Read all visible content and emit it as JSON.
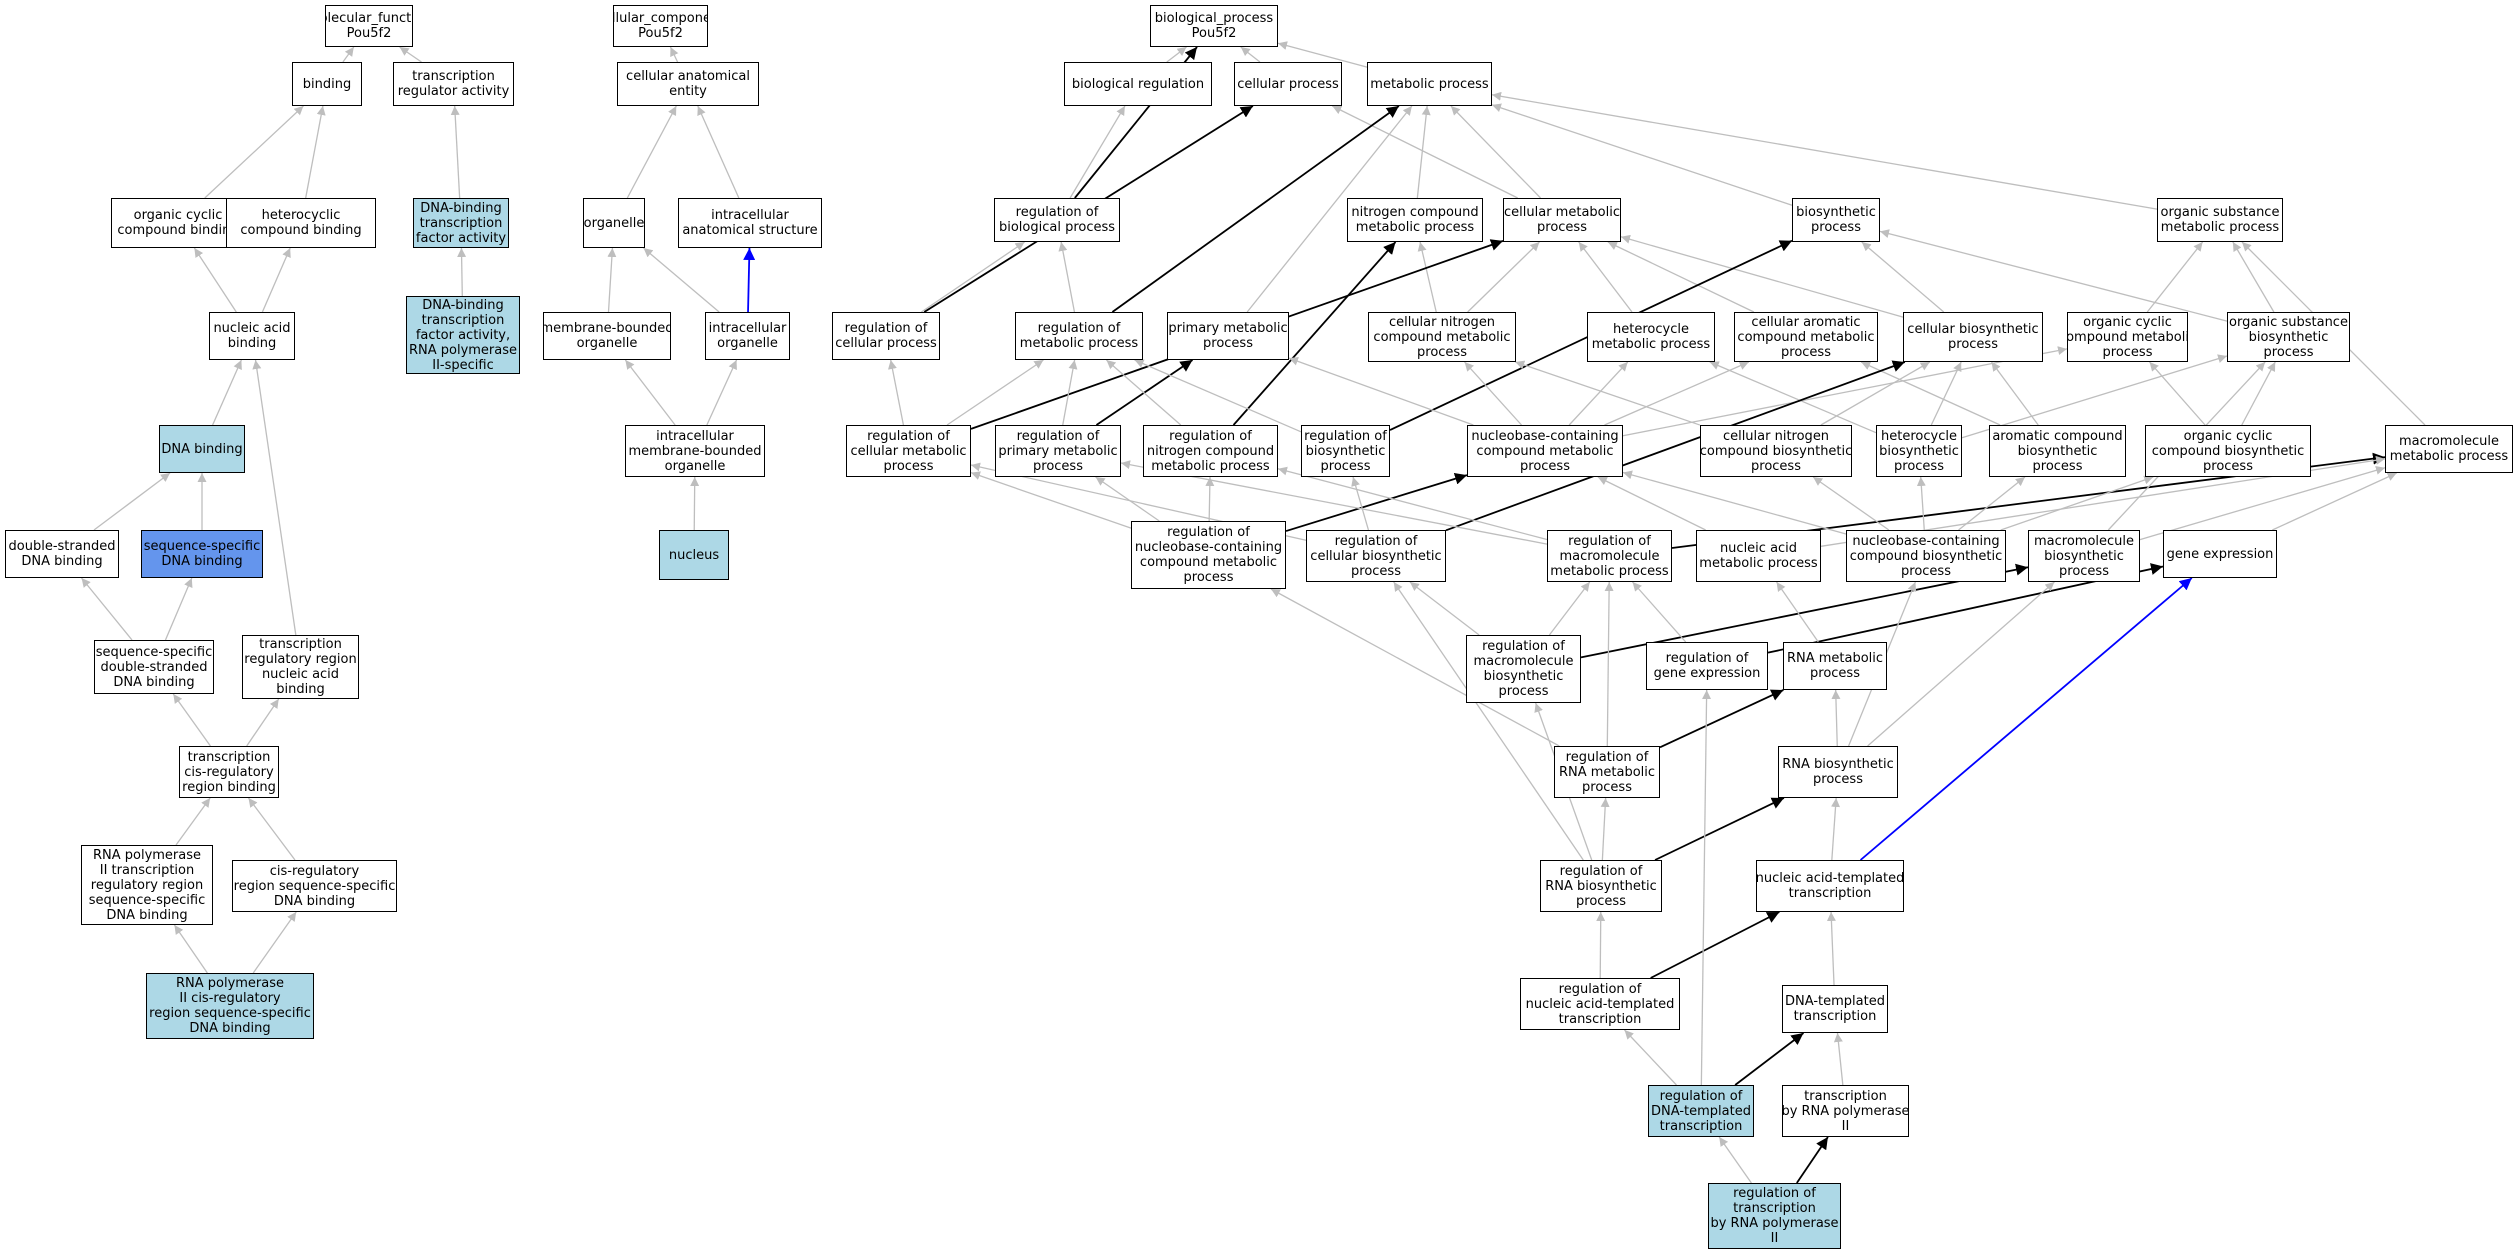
{
  "colors": {
    "edge_default": "#bebebe",
    "edge_regulates": "#000000",
    "edge_part_of": "#0000ff",
    "node_fill": "#ffffff",
    "node_highlight": "#add8e6",
    "node_highlight_strong": "#6495ed"
  },
  "nodes": [
    {
      "id": "mf",
      "lines": [
        "molecular_function",
        "Pou5f2"
      ],
      "style": "normal"
    },
    {
      "id": "cc",
      "lines": [
        "cellular_component",
        "Pou5f2"
      ],
      "style": "normal"
    },
    {
      "id": "bp",
      "lines": [
        "biological_process",
        "Pou5f2"
      ],
      "style": "normal"
    },
    {
      "id": "binding",
      "lines": [
        "binding"
      ],
      "style": "normal"
    },
    {
      "id": "tra",
      "lines": [
        "transcription",
        "regulator activity"
      ],
      "style": "normal"
    },
    {
      "id": "cae",
      "lines": [
        "cellular anatomical",
        "entity"
      ],
      "style": "normal"
    },
    {
      "id": "biolreg",
      "lines": [
        "biological regulation"
      ],
      "style": "normal"
    },
    {
      "id": "cellproc",
      "lines": [
        "cellular process"
      ],
      "style": "normal"
    },
    {
      "id": "metproc",
      "lines": [
        "metabolic process"
      ],
      "style": "normal"
    },
    {
      "id": "occb",
      "lines": [
        "organic cyclic",
        "compound binding"
      ],
      "style": "normal"
    },
    {
      "id": "hcb",
      "lines": [
        "heterocyclic",
        "compound binding"
      ],
      "style": "normal"
    },
    {
      "id": "dbtfa",
      "lines": [
        "DNA-binding",
        "transcription",
        "factor activity"
      ],
      "style": "hl1"
    },
    {
      "id": "organelle",
      "lines": [
        "organelle"
      ],
      "style": "normal"
    },
    {
      "id": "ias",
      "lines": [
        "intracellular",
        "anatomical structure"
      ],
      "style": "normal"
    },
    {
      "id": "regbp",
      "lines": [
        "regulation of",
        "biological process"
      ],
      "style": "normal"
    },
    {
      "id": "ncmp",
      "lines": [
        "nitrogen compound",
        "metabolic process"
      ],
      "style": "normal"
    },
    {
      "id": "cmp",
      "lines": [
        "cellular metabolic",
        "process"
      ],
      "style": "normal"
    },
    {
      "id": "bsp",
      "lines": [
        "biosynthetic",
        "process"
      ],
      "style": "normal"
    },
    {
      "id": "osmp",
      "lines": [
        "organic substance",
        "metabolic process"
      ],
      "style": "normal"
    },
    {
      "id": "nab",
      "lines": [
        "nucleic acid",
        "binding"
      ],
      "style": "normal"
    },
    {
      "id": "dbtfa2",
      "lines": [
        "DNA-binding",
        "transcription",
        "factor activity,",
        "RNA polymerase",
        "II-specific"
      ],
      "style": "hl1"
    },
    {
      "id": "mbo",
      "lines": [
        "membrane-bounded",
        "organelle"
      ],
      "style": "normal"
    },
    {
      "id": "io",
      "lines": [
        "intracellular",
        "organelle"
      ],
      "style": "normal"
    },
    {
      "id": "regcp",
      "lines": [
        "regulation of",
        "cellular process"
      ],
      "style": "normal"
    },
    {
      "id": "regmp",
      "lines": [
        "regulation of",
        "metabolic process"
      ],
      "style": "normal"
    },
    {
      "id": "pmp",
      "lines": [
        "primary metabolic",
        "process"
      ],
      "style": "normal"
    },
    {
      "id": "cncmp",
      "lines": [
        "cellular nitrogen",
        "compound metabolic",
        "process"
      ],
      "style": "normal"
    },
    {
      "id": "hmp",
      "lines": [
        "heterocycle",
        "metabolic process"
      ],
      "style": "normal"
    },
    {
      "id": "cacmp",
      "lines": [
        "cellular aromatic",
        "compound metabolic",
        "process"
      ],
      "style": "normal"
    },
    {
      "id": "cbp",
      "lines": [
        "cellular biosynthetic",
        "process"
      ],
      "style": "normal"
    },
    {
      "id": "occmp",
      "lines": [
        "organic cyclic",
        "compound metabolic",
        "process"
      ],
      "style": "normal"
    },
    {
      "id": "osbp",
      "lines": [
        "organic substance",
        "biosynthetic",
        "process"
      ],
      "style": "normal"
    },
    {
      "id": "dnab",
      "lines": [
        "DNA binding"
      ],
      "style": "hl1"
    },
    {
      "id": "imbo",
      "lines": [
        "intracellular",
        "membrane-bounded",
        "organelle"
      ],
      "style": "normal"
    },
    {
      "id": "regcmp",
      "lines": [
        "regulation of",
        "cellular metabolic",
        "process"
      ],
      "style": "normal"
    },
    {
      "id": "regpmp",
      "lines": [
        "regulation of",
        "primary metabolic",
        "process"
      ],
      "style": "normal"
    },
    {
      "id": "regncmp",
      "lines": [
        "regulation of",
        "nitrogen compound",
        "metabolic process"
      ],
      "style": "normal"
    },
    {
      "id": "regbsp",
      "lines": [
        "regulation of",
        "biosynthetic",
        "process"
      ],
      "style": "normal"
    },
    {
      "id": "nbccmp",
      "lines": [
        "nucleobase-containing",
        "compound metabolic",
        "process"
      ],
      "style": "normal"
    },
    {
      "id": "cncbp",
      "lines": [
        "cellular nitrogen",
        "compound biosynthetic",
        "process"
      ],
      "style": "normal"
    },
    {
      "id": "hbp",
      "lines": [
        "heterocycle",
        "biosynthetic",
        "process"
      ],
      "style": "normal"
    },
    {
      "id": "acbp",
      "lines": [
        "aromatic compound",
        "biosynthetic",
        "process"
      ],
      "style": "normal"
    },
    {
      "id": "occbp",
      "lines": [
        "organic cyclic",
        "compound biosynthetic",
        "process"
      ],
      "style": "normal"
    },
    {
      "id": "macmp",
      "lines": [
        "macromolecule",
        "metabolic process"
      ],
      "style": "normal"
    },
    {
      "id": "dsdb",
      "lines": [
        "double-stranded",
        "DNA binding"
      ],
      "style": "normal"
    },
    {
      "id": "ssdb",
      "lines": [
        "sequence-specific",
        "DNA binding"
      ],
      "style": "hl2"
    },
    {
      "id": "nucleus",
      "lines": [
        "nucleus"
      ],
      "style": "hl1"
    },
    {
      "id": "regnbccmp",
      "lines": [
        "regulation of",
        "nucleobase-containing",
        "compound metabolic",
        "process"
      ],
      "style": "normal"
    },
    {
      "id": "regcbp",
      "lines": [
        "regulation of",
        "cellular biosynthetic",
        "process"
      ],
      "style": "normal"
    },
    {
      "id": "regmacmp",
      "lines": [
        "regulation of",
        "macromolecule",
        "metabolic process"
      ],
      "style": "normal"
    },
    {
      "id": "namp",
      "lines": [
        "nucleic acid",
        "metabolic process"
      ],
      "style": "normal"
    },
    {
      "id": "nbccbp",
      "lines": [
        "nucleobase-containing",
        "compound biosynthetic",
        "process"
      ],
      "style": "normal"
    },
    {
      "id": "macbp",
      "lines": [
        "macromolecule",
        "biosynthetic",
        "process"
      ],
      "style": "normal"
    },
    {
      "id": "geneexp",
      "lines": [
        "gene expression"
      ],
      "style": "normal"
    },
    {
      "id": "ssdsdb",
      "lines": [
        "sequence-specific",
        "double-stranded",
        "DNA binding"
      ],
      "style": "normal"
    },
    {
      "id": "trrnab",
      "lines": [
        "transcription",
        "regulatory region",
        "nucleic acid",
        "binding"
      ],
      "style": "normal"
    },
    {
      "id": "regmacbp",
      "lines": [
        "regulation of",
        "macromolecule",
        "biosynthetic",
        "process"
      ],
      "style": "normal"
    },
    {
      "id": "reggeneexp",
      "lines": [
        "regulation of",
        "gene expression"
      ],
      "style": "normal"
    },
    {
      "id": "rnamp",
      "lines": [
        "RNA metabolic",
        "process"
      ],
      "style": "normal"
    },
    {
      "id": "tcrrb",
      "lines": [
        "transcription",
        "cis-regulatory",
        "region binding"
      ],
      "style": "normal"
    },
    {
      "id": "regrnamp",
      "lines": [
        "regulation of",
        "RNA metabolic",
        "process"
      ],
      "style": "normal"
    },
    {
      "id": "rnabp",
      "lines": [
        "RNA biosynthetic",
        "process"
      ],
      "style": "normal"
    },
    {
      "id": "rnap2trr",
      "lines": [
        "RNA polymerase",
        "II transcription",
        "regulatory region",
        "sequence-specific",
        "DNA binding"
      ],
      "style": "normal"
    },
    {
      "id": "crrssdb",
      "lines": [
        "cis-regulatory",
        "region sequence-specific",
        "DNA binding"
      ],
      "style": "normal"
    },
    {
      "id": "regrnabp",
      "lines": [
        "regulation of",
        "RNA biosynthetic",
        "process"
      ],
      "style": "normal"
    },
    {
      "id": "natt",
      "lines": [
        "nucleic acid-templated",
        "transcription"
      ],
      "style": "normal"
    },
    {
      "id": "rnap2crr",
      "lines": [
        "RNA polymerase",
        "II cis-regulatory",
        "region sequence-specific",
        "DNA binding"
      ],
      "style": "hl1"
    },
    {
      "id": "regnatt",
      "lines": [
        "regulation of",
        "nucleic acid-templated",
        "transcription"
      ],
      "style": "normal"
    },
    {
      "id": "dtt",
      "lines": [
        "DNA-templated",
        "transcription"
      ],
      "style": "normal"
    },
    {
      "id": "regdtt",
      "lines": [
        "regulation of",
        "DNA-templated",
        "transcription"
      ],
      "style": "hl1"
    },
    {
      "id": "trnap2",
      "lines": [
        "transcription",
        "by RNA polymerase",
        "II"
      ],
      "style": "normal"
    },
    {
      "id": "regtrnap2",
      "lines": [
        "regulation of",
        "transcription",
        "by RNA polymerase",
        "II"
      ],
      "style": "hl1"
    }
  ],
  "edges": [
    [
      "binding",
      "mf",
      "g"
    ],
    [
      "tra",
      "mf",
      "g"
    ],
    [
      "occb",
      "binding",
      "g"
    ],
    [
      "hcb",
      "binding",
      "g"
    ],
    [
      "nab",
      "occb",
      "g"
    ],
    [
      "nab",
      "hcb",
      "g"
    ],
    [
      "dnab",
      "nab",
      "g"
    ],
    [
      "dsdb",
      "dnab",
      "g"
    ],
    [
      "ssdb",
      "dnab",
      "g"
    ],
    [
      "ssdsdb",
      "dsdb",
      "g"
    ],
    [
      "ssdsdb",
      "ssdb",
      "g"
    ],
    [
      "tcrrb",
      "ssdsdb",
      "g"
    ],
    [
      "tcrrb",
      "trrnab",
      "g"
    ],
    [
      "trrnab",
      "nab",
      "g"
    ],
    [
      "rnap2trr",
      "tcrrb",
      "g"
    ],
    [
      "crrssdb",
      "tcrrb",
      "g"
    ],
    [
      "rnap2crr",
      "rnap2trr",
      "g"
    ],
    [
      "rnap2crr",
      "crrssdb",
      "g"
    ],
    [
      "dbtfa",
      "tra",
      "g"
    ],
    [
      "dbtfa2",
      "dbtfa",
      "g"
    ],
    [
      "cae",
      "cc",
      "g"
    ],
    [
      "organelle",
      "cae",
      "g"
    ],
    [
      "ias",
      "cae",
      "g"
    ],
    [
      "mbo",
      "organelle",
      "g"
    ],
    [
      "io",
      "organelle",
      "g"
    ],
    [
      "io",
      "ias",
      "b"
    ],
    [
      "imbo",
      "mbo",
      "g"
    ],
    [
      "imbo",
      "io",
      "g"
    ],
    [
      "nucleus",
      "imbo",
      "g"
    ],
    [
      "biolreg",
      "bp",
      "g"
    ],
    [
      "cellproc",
      "bp",
      "g"
    ],
    [
      "metproc",
      "bp",
      "g"
    ],
    [
      "regbp",
      "biolreg",
      "g"
    ],
    [
      "regbp",
      "bp",
      "k"
    ],
    [
      "ncmp",
      "metproc",
      "g"
    ],
    [
      "cmp",
      "metproc",
      "g"
    ],
    [
      "cmp",
      "cellproc",
      "g"
    ],
    [
      "bsp",
      "metproc",
      "g"
    ],
    [
      "osmp",
      "metproc",
      "g"
    ],
    [
      "regcp",
      "regbp",
      "g"
    ],
    [
      "regcp",
      "cellproc",
      "k"
    ],
    [
      "regmp",
      "regbp",
      "g"
    ],
    [
      "regmp",
      "metproc",
      "k"
    ],
    [
      "pmp",
      "metproc",
      "g"
    ],
    [
      "cncmp",
      "ncmp",
      "g"
    ],
    [
      "cncmp",
      "cmp",
      "g"
    ],
    [
      "hmp",
      "cmp",
      "g"
    ],
    [
      "cacmp",
      "cmp",
      "g"
    ],
    [
      "cbp",
      "cmp",
      "g"
    ],
    [
      "cbp",
      "bsp",
      "g"
    ],
    [
      "occmp",
      "osmp",
      "g"
    ],
    [
      "osbp",
      "osmp",
      "g"
    ],
    [
      "osbp",
      "bsp",
      "g"
    ],
    [
      "regcmp",
      "regcp",
      "g"
    ],
    [
      "regcmp",
      "regmp",
      "g"
    ],
    [
      "regcmp",
      "cmp",
      "k"
    ],
    [
      "regpmp",
      "regmp",
      "g"
    ],
    [
      "regpmp",
      "pmp",
      "k"
    ],
    [
      "regncmp",
      "regmp",
      "g"
    ],
    [
      "regncmp",
      "ncmp",
      "k"
    ],
    [
      "regbsp",
      "regmp",
      "g"
    ],
    [
      "regbsp",
      "bsp",
      "k"
    ],
    [
      "nbccmp",
      "cncmp",
      "g"
    ],
    [
      "nbccmp",
      "hmp",
      "g"
    ],
    [
      "nbccmp",
      "cacmp",
      "g"
    ],
    [
      "nbccmp",
      "occmp",
      "g"
    ],
    [
      "nbccmp",
      "pmp",
      "g"
    ],
    [
      "cncbp",
      "cncmp",
      "g"
    ],
    [
      "cncbp",
      "cbp",
      "g"
    ],
    [
      "hbp",
      "hmp",
      "g"
    ],
    [
      "hbp",
      "cbp",
      "g"
    ],
    [
      "hbp",
      "osbp",
      "g"
    ],
    [
      "acbp",
      "cacmp",
      "g"
    ],
    [
      "acbp",
      "cbp",
      "g"
    ],
    [
      "occbp",
      "occmp",
      "g"
    ],
    [
      "occbp",
      "osbp",
      "g"
    ],
    [
      "macmp",
      "osmp",
      "g"
    ],
    [
      "regnbccmp",
      "regcmp",
      "g"
    ],
    [
      "regnbccmp",
      "regpmp",
      "g"
    ],
    [
      "regnbccmp",
      "regncmp",
      "g"
    ],
    [
      "regnbccmp",
      "nbccmp",
      "k"
    ],
    [
      "regcbp",
      "regcmp",
      "g"
    ],
    [
      "regcbp",
      "regbsp",
      "g"
    ],
    [
      "regcbp",
      "cbp",
      "k"
    ],
    [
      "regmacmp",
      "regpmp",
      "g"
    ],
    [
      "regmacmp",
      "regncmp",
      "g"
    ],
    [
      "regmacmp",
      "macmp",
      "k"
    ],
    [
      "namp",
      "nbccmp",
      "g"
    ],
    [
      "namp",
      "macmp",
      "g"
    ],
    [
      "nbccbp",
      "nbccmp",
      "g"
    ],
    [
      "nbccbp",
      "cncbp",
      "g"
    ],
    [
      "nbccbp",
      "hbp",
      "g"
    ],
    [
      "nbccbp",
      "acbp",
      "g"
    ],
    [
      "nbccbp",
      "occbp",
      "g"
    ],
    [
      "macbp",
      "macmp",
      "g"
    ],
    [
      "macbp",
      "osbp",
      "g"
    ],
    [
      "geneexp",
      "macmp",
      "g"
    ],
    [
      "regmacbp",
      "regmacmp",
      "g"
    ],
    [
      "regmacbp",
      "regcbp",
      "g"
    ],
    [
      "regmacbp",
      "macbp",
      "k"
    ],
    [
      "reggeneexp",
      "regmacmp",
      "g"
    ],
    [
      "reggeneexp",
      "geneexp",
      "k"
    ],
    [
      "rnamp",
      "namp",
      "g"
    ],
    [
      "regrnamp",
      "regnbccmp",
      "g"
    ],
    [
      "regrnamp",
      "regmacmp",
      "g"
    ],
    [
      "regrnamp",
      "rnamp",
      "k"
    ],
    [
      "rnabp",
      "rnamp",
      "g"
    ],
    [
      "rnabp",
      "nbccbp",
      "g"
    ],
    [
      "rnabp",
      "macbp",
      "g"
    ],
    [
      "regrnabp",
      "regrnamp",
      "g"
    ],
    [
      "regrnabp",
      "regmacbp",
      "g"
    ],
    [
      "regrnabp",
      "regcbp",
      "g"
    ],
    [
      "regrnabp",
      "rnabp",
      "k"
    ],
    [
      "natt",
      "rnabp",
      "g"
    ],
    [
      "natt",
      "geneexp",
      "b"
    ],
    [
      "regnatt",
      "regrnabp",
      "g"
    ],
    [
      "regnatt",
      "natt",
      "k"
    ],
    [
      "dtt",
      "natt",
      "g"
    ],
    [
      "regdtt",
      "regnatt",
      "g"
    ],
    [
      "regdtt",
      "reggeneexp",
      "g"
    ],
    [
      "regdtt",
      "dtt",
      "k"
    ],
    [
      "trnap2",
      "dtt",
      "g"
    ],
    [
      "regtrnap2",
      "regdtt",
      "g"
    ],
    [
      "regtrnap2",
      "trnap2",
      "k"
    ]
  ]
}
